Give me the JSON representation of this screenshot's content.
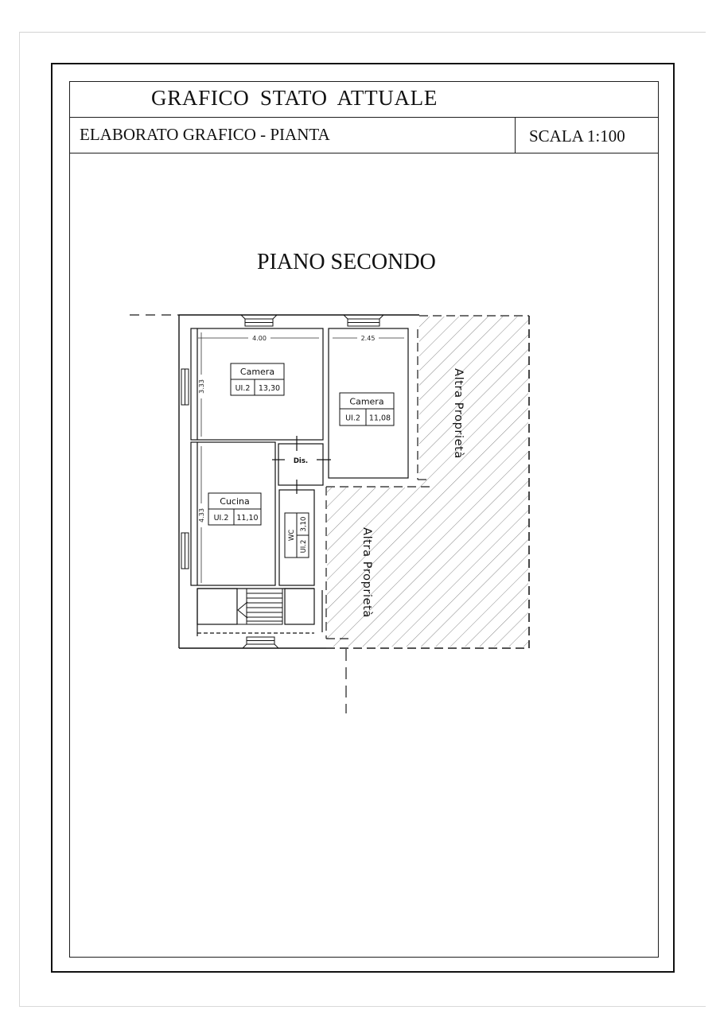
{
  "header": {
    "title": "GRAFICO STATO ATTUALE",
    "subtitle": "ELABORATO GRAFICO - PIANTA",
    "scale": "SCALA 1:100"
  },
  "plan": {
    "title": "PIANO SECONDO",
    "rooms": [
      {
        "name": "Camera",
        "unit": "UI.2",
        "area": "13,30"
      },
      {
        "name": "Camera",
        "unit": "UI.2",
        "area": "11,08"
      },
      {
        "name": "Cucina",
        "unit": "UI.2",
        "area": "11,10"
      },
      {
        "name": "WC",
        "unit": "UI.2",
        "area": "3,10"
      }
    ],
    "corridor_label": "Dis.",
    "dimensions": [
      "4.00",
      "3.33",
      "2.45",
      "4.33"
    ],
    "neighbor_labels": [
      "Altra Proprietà",
      "Altra Proprietà"
    ]
  }
}
